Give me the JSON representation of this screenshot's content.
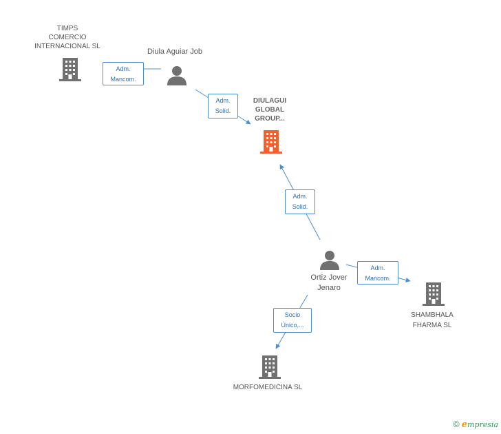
{
  "nodes": {
    "timps": {
      "label_lines": [
        "TIMPS",
        "COMERCIO",
        "INTERNACIONAL SL"
      ],
      "icon": "building-icon"
    },
    "diula": {
      "label": "Diula Aguiar Job",
      "icon": "person-icon"
    },
    "diulagui": {
      "label_lines": [
        "DIULAGUI",
        "GLOBAL",
        "GROUP..."
      ],
      "icon": "building-icon"
    },
    "ortiz": {
      "label_lines": [
        "Ortiz Jover",
        "Jenaro"
      ],
      "icon": "person-icon"
    },
    "shambhala": {
      "label_lines": [
        "SHAMBHALA",
        "FHARMA SL"
      ],
      "icon": "building-icon"
    },
    "morfomedicina": {
      "label": "MORFOMEDICINA SL",
      "icon": "building-icon"
    }
  },
  "edges": {
    "diula_timps": {
      "lines": [
        "Adm.",
        "Mancom."
      ]
    },
    "diula_diulagui": {
      "lines": [
        "Adm.",
        "Solid."
      ]
    },
    "ortiz_diulagui": {
      "lines": [
        "Adm.",
        "Solid."
      ]
    },
    "ortiz_shambhala": {
      "lines": [
        "Adm.",
        "Mancom."
      ]
    },
    "ortiz_morfomedicina": {
      "lines": [
        "Socio",
        "Único,..."
      ]
    }
  },
  "colors": {
    "edge_line": "#4a8fd4",
    "icon_gray": "#707070",
    "focus_orange": "#f0612d"
  },
  "footer": {
    "copyright": "©",
    "brand_initial": "e",
    "brand_rest": "mpresia"
  }
}
